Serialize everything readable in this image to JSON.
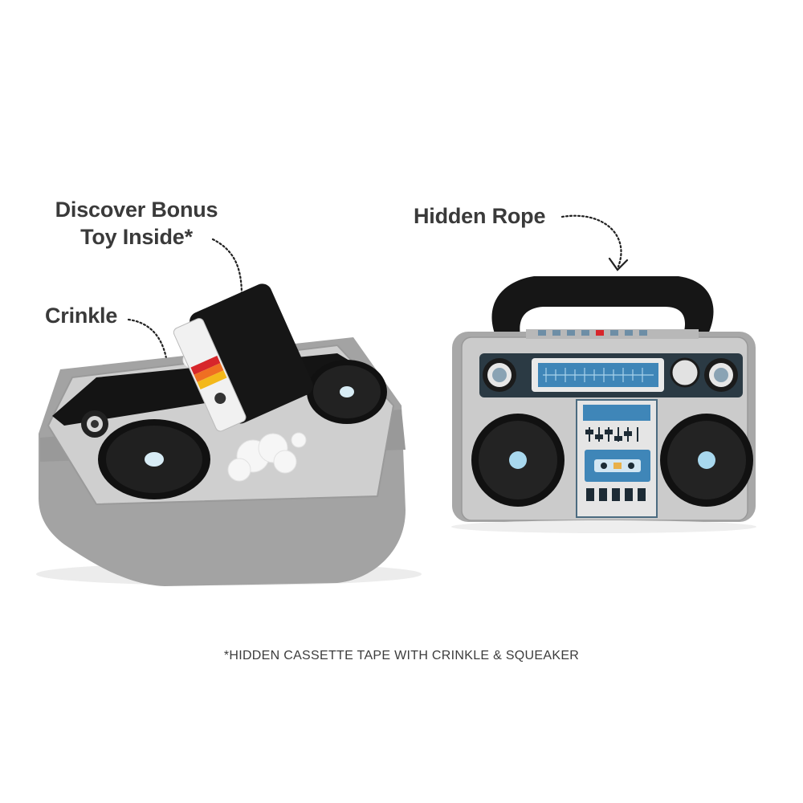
{
  "callouts": {
    "bonus_line1": "Discover Bonus",
    "bonus_line2": "Toy Inside*",
    "crinkle": "Crinkle",
    "rope": "Hidden Rope"
  },
  "footnote": "*HIDDEN CASSETTE TAPE WITH CRINKLE & SQUEAKER",
  "colors": {
    "plush_gray": "#a3a3a3",
    "face_silver": "#c9c9c9",
    "handle_black": "#161616",
    "display_blue": "#3f86b8",
    "speaker_center": "#a8d8ee",
    "cassette_red": "#d7262b",
    "cassette_yellow": "#f3b81a"
  }
}
